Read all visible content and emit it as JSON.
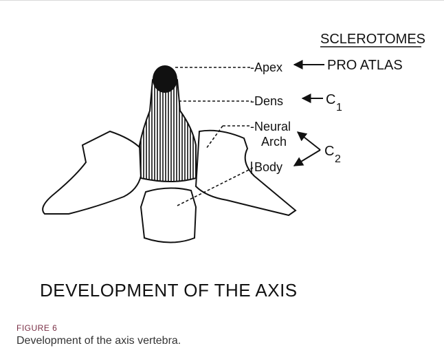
{
  "figure": {
    "header": "SCLEROTOMES",
    "labels": {
      "apex": "-Apex",
      "dens": "-Dens",
      "neural": "-Neural",
      "arch": "Arch",
      "body": "Body",
      "pro_atlas": "PRO ATLAS",
      "c": "C",
      "c1_sub": "1",
      "c2_sub": "2"
    },
    "bottom_title": "DEVELOPMENT OF THE AXIS"
  },
  "caption": {
    "label": "FIGURE 6",
    "text": "Development of the axis vertebra."
  }
}
